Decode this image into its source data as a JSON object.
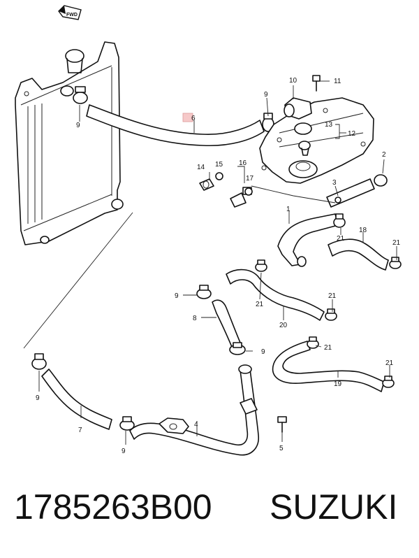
{
  "diagram": {
    "fwd_label": "FWD",
    "callouts": {
      "c1": "1",
      "c2": "2",
      "c3": "3",
      "c4": "4",
      "c5": "5",
      "c6": "6",
      "c7": "7",
      "c8": "8",
      "c9a": "9",
      "c9b": "9",
      "c9c": "9",
      "c9d": "9",
      "c9e": "9",
      "c9f": "9",
      "c10": "10",
      "c11": "11",
      "c12": "12",
      "c13": "13",
      "c14": "14",
      "c15": "15",
      "c16": "16",
      "c17": "17",
      "c18": "18",
      "c19": "19",
      "c20": "20",
      "c21a": "21",
      "c21b": "21",
      "c21c": "21",
      "c21d": "21",
      "c21e": "21",
      "c21f": "21"
    }
  },
  "caption": {
    "part_number": "1785263B00",
    "brand": "SUZUKI"
  }
}
